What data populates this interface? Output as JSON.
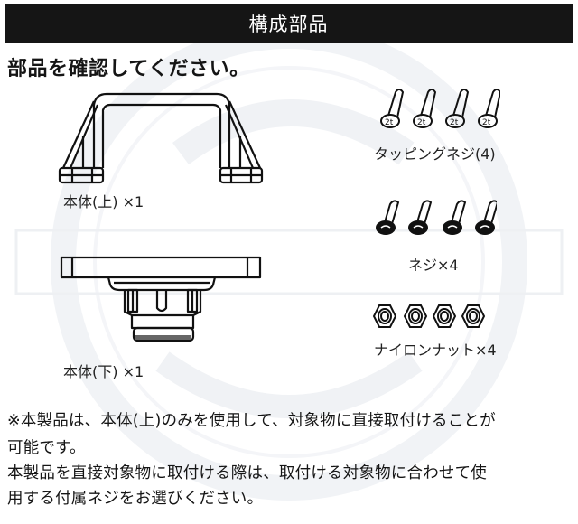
{
  "header": {
    "title": "構成部品"
  },
  "instruction": "部品を確認してください。",
  "parts": [
    {
      "id": "body-top",
      "label": "本体(上) ×1",
      "icon": "bracket-top-icon"
    },
    {
      "id": "body-bottom",
      "label": "本体(下) ×1",
      "icon": "base-bottom-icon"
    },
    {
      "id": "tapping-screw",
      "label": "タッピングネジ(4)",
      "icon": "tapping-screw-icon",
      "count": 4
    },
    {
      "id": "screw",
      "label": "ネジ×4",
      "icon": "screw-icon",
      "count": 4
    },
    {
      "id": "nylon-nut",
      "label": "ナイロンナット×4",
      "icon": "nylon-nut-icon",
      "count": 4
    }
  ],
  "notes": [
    "※本製品は、本体(上)のみを使用して、対象物に直接取付けることが",
    "可能です。",
    "本製品を直接対象物に取付ける際は、取付ける対象物に合わせて使",
    "用する付属ネジをお選びください。"
  ],
  "colors": {
    "header_bg": "#151515",
    "header_text": "#ffffff",
    "text": "#151515"
  }
}
